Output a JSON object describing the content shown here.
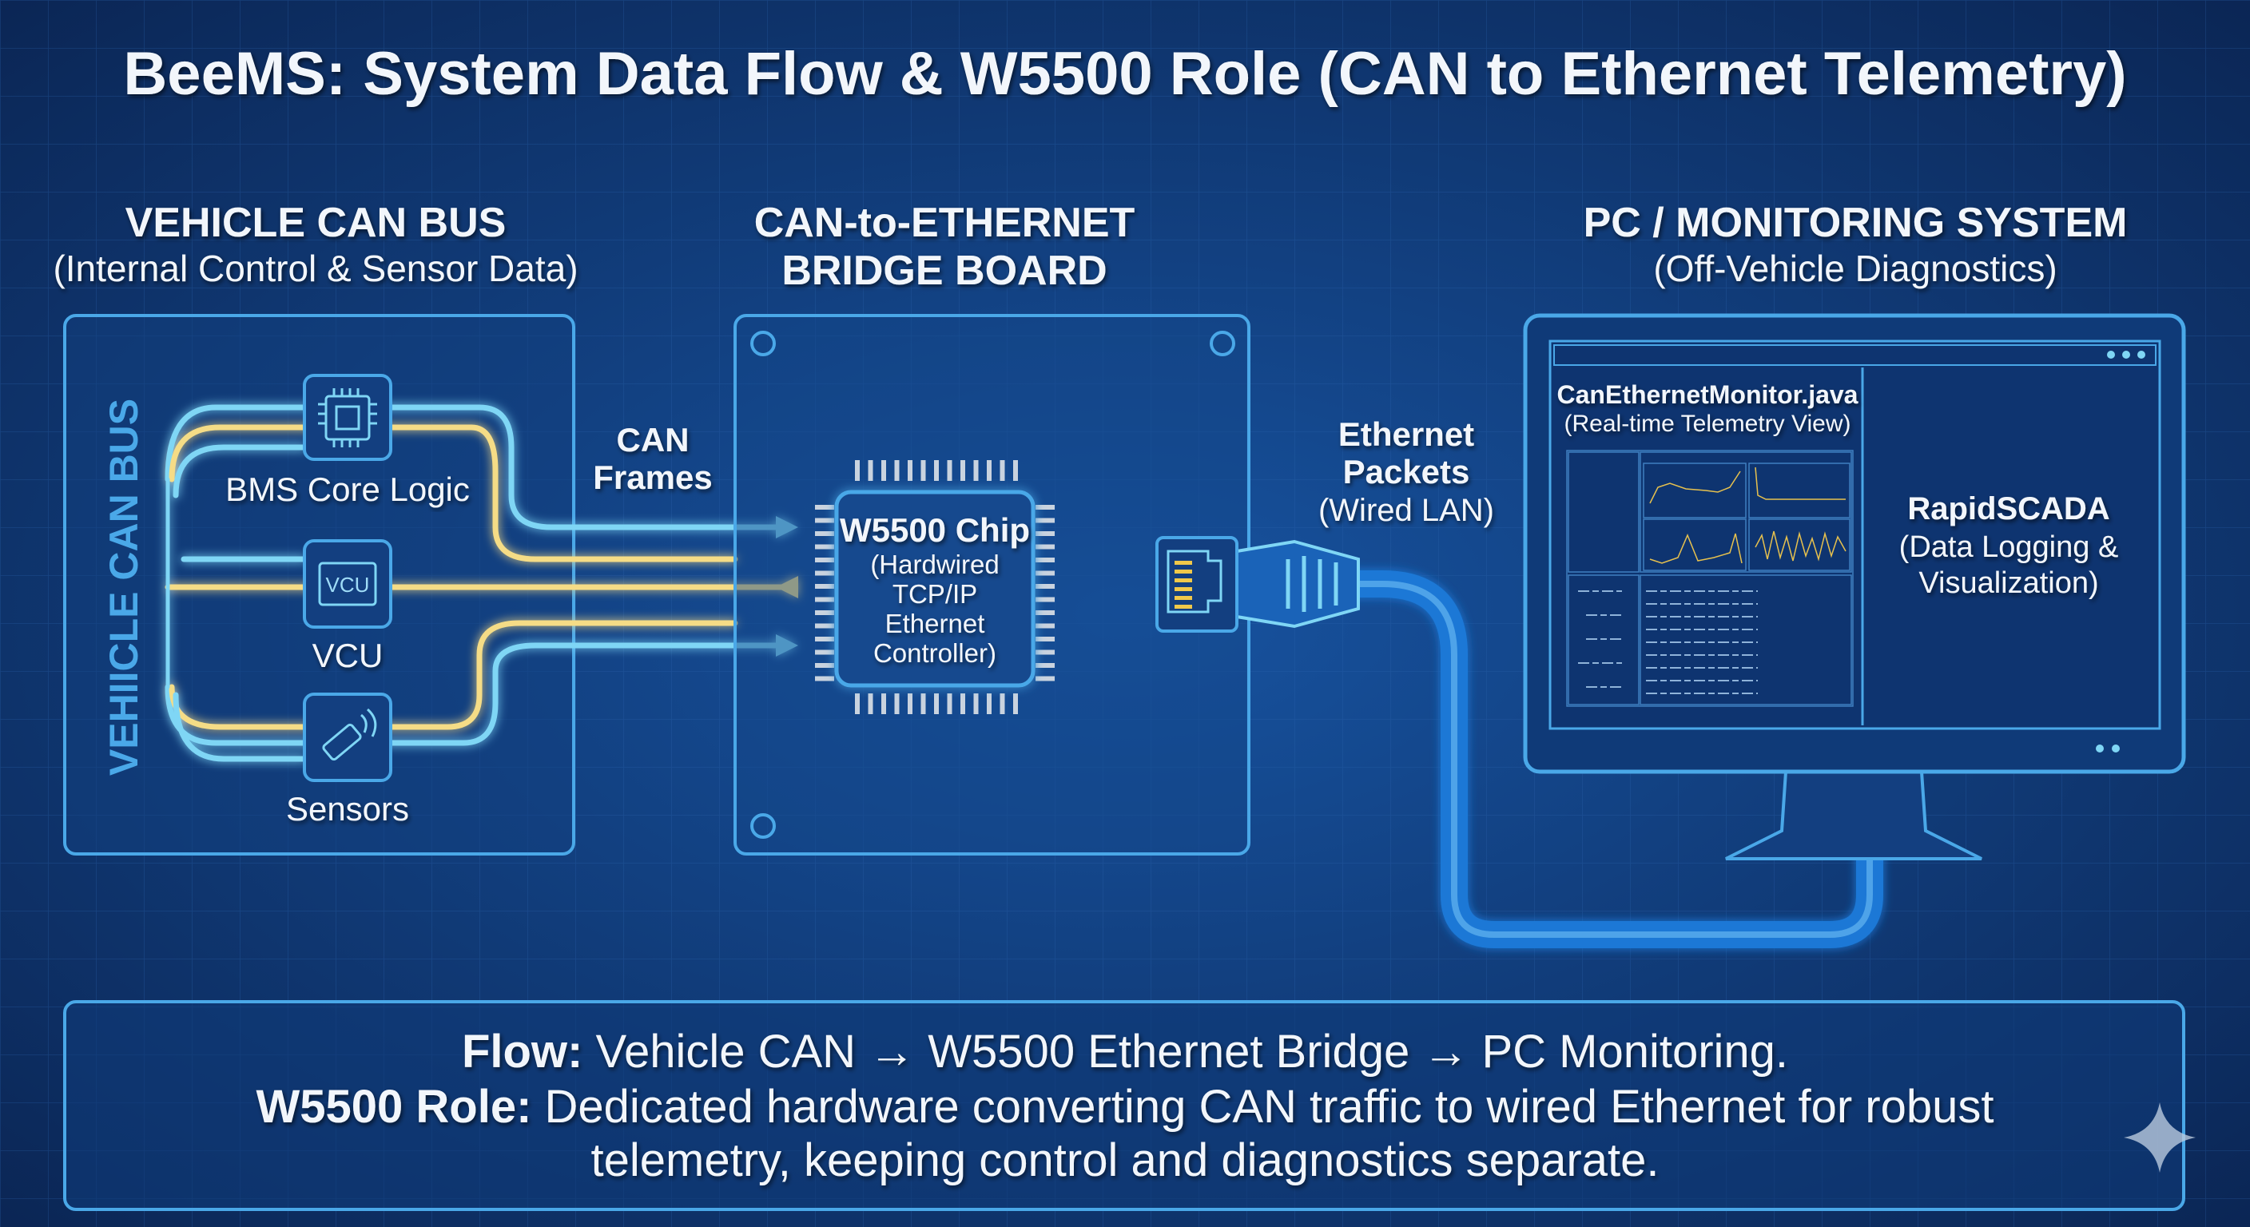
{
  "title": "BeeMS: System Data Flow & W5500 Role (CAN to Ethernet Telemetry)",
  "colors": {
    "background": "#0d2f66",
    "line_cyan": "#7fd6f5",
    "line_yellow": "#f5dc86",
    "border": "#4aa8e8"
  },
  "vehicle_can_bus": {
    "heading": "VEHICLE CAN BUS",
    "subtitle": "(Internal Control & Sensor Data)",
    "vertical_label": "VEHIICLE CAN BUS",
    "components": [
      {
        "label": "BMS Core Logic",
        "icon": "microchip-icon"
      },
      {
        "label": "VCU",
        "icon": "vcu-chip-icon",
        "icon_text": "VCU"
      },
      {
        "label": "Sensors",
        "icon": "sensor-wireless-icon"
      }
    ]
  },
  "can_frames_label": [
    "CAN",
    "Frames"
  ],
  "bridge_board": {
    "heading": [
      "CAN-to-ETHERNET",
      "BRIDGE BOARD"
    ],
    "chip": {
      "title": "W5500 Chip",
      "lines": [
        "(Hardwired",
        "TCP/IP",
        "Ethernet",
        "Controller)"
      ]
    }
  },
  "ethernet_label": [
    "Ethernet",
    "Packets",
    "(Wired LAN)"
  ],
  "pc_system": {
    "heading": "PC / MONITORING SYSTEM",
    "subtitle": "(Off-Vehicle Diagnostics)",
    "left_app": {
      "title": "CanEthernetMonitor.java",
      "subtitle": "(Real-time Telemetry View)"
    },
    "right_app": {
      "title": "RapidSCADA",
      "lines": [
        "(Data Logging &",
        "Visualization)"
      ]
    }
  },
  "summary": {
    "line1_bold": "Flow:",
    "line1_text": " Vehicle CAN → W5500 Ethernet Bridge → PC Monitoring.",
    "line2_bold": "W5500 Role:",
    "line2_text": " Dedicated hardware converting CAN traffic to wired Ethernet for robust",
    "line3_text": "telemetry, keeping control and diagnostics separate."
  }
}
